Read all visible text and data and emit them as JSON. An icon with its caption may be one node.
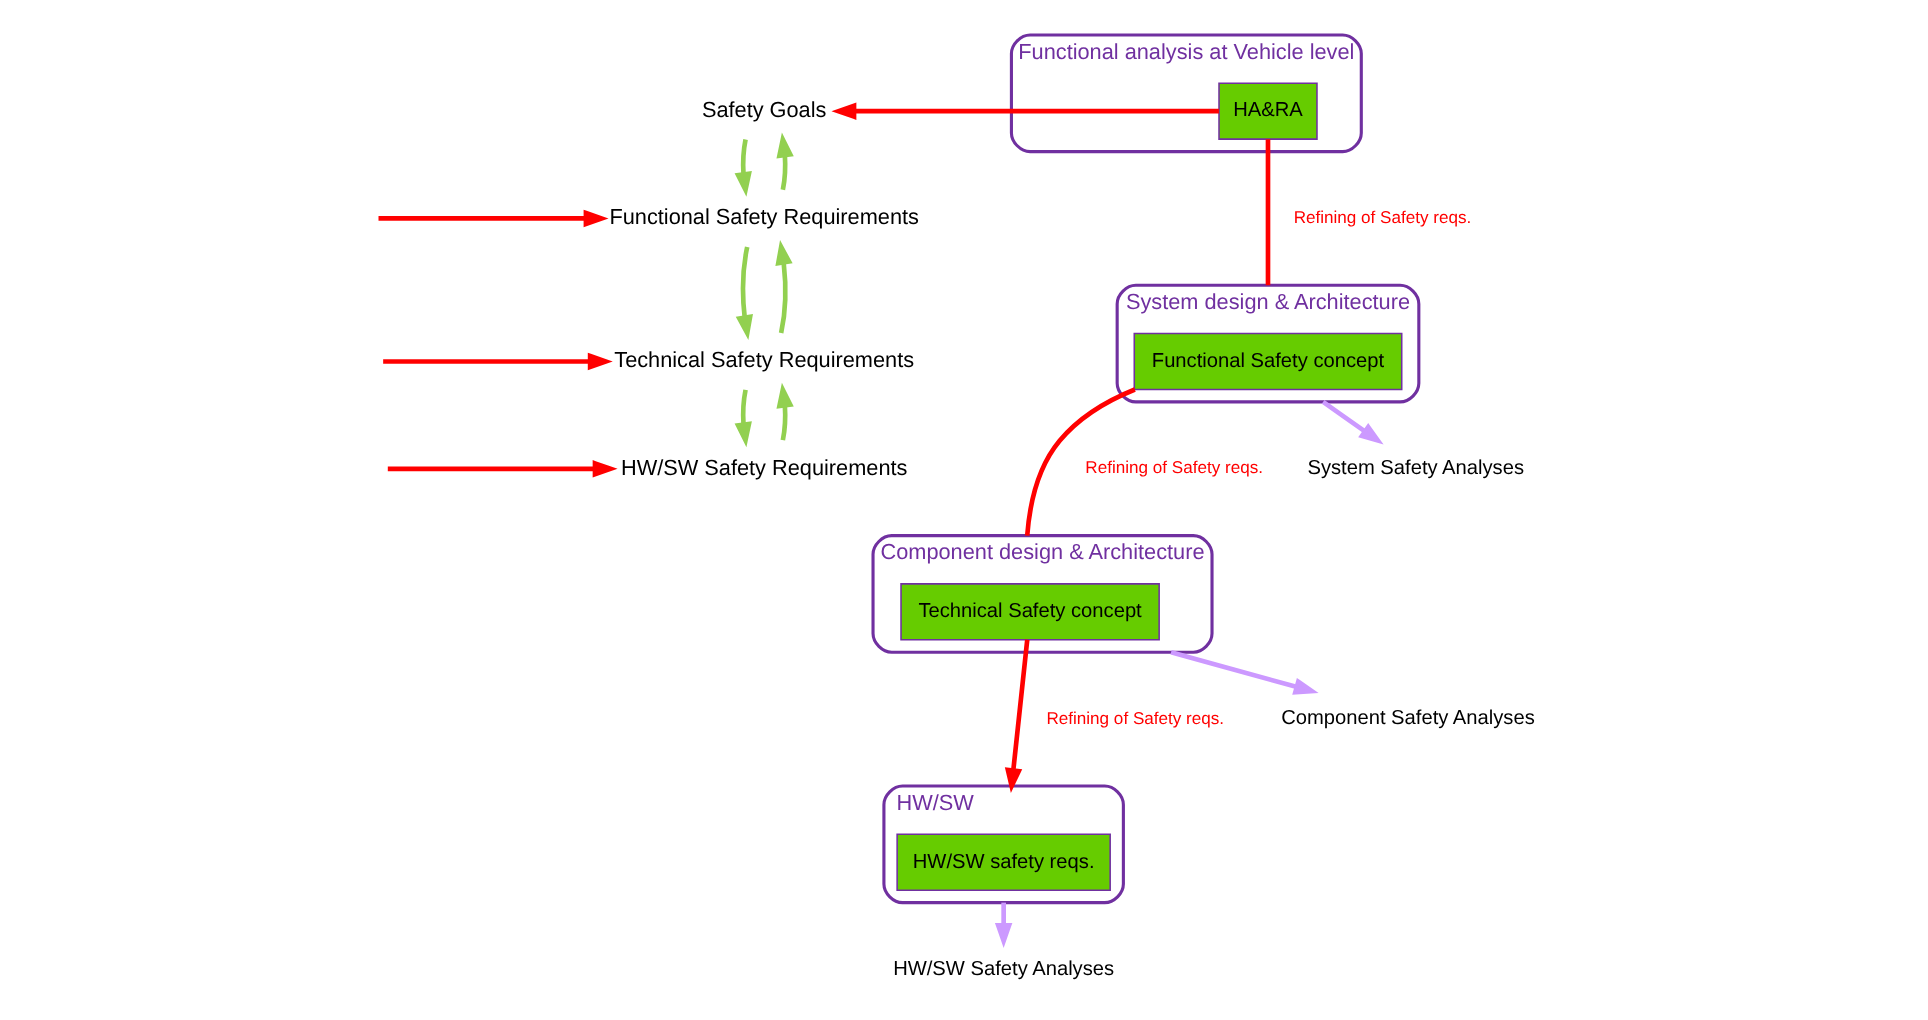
{
  "diagram": {
    "nodes": [
      {
        "text": [
          "Functional analysis at Vehicle level"
        ]
      },
      {
        "text": [
          "HA&RA"
        ],
        "in": 0
      },
      {
        "text": [
          "System design & Architecture"
        ]
      },
      {
        "text": [
          "Functional Safety concept"
        ],
        "in": 2
      },
      {
        "text": [
          "Component design & Architecture"
        ]
      },
      {
        "text": [
          "Technical Safety concept"
        ],
        "in": 4
      },
      {
        "text": [
          "HW/SW"
        ]
      },
      {
        "text": [
          "HW/SW safety reqs."
        ],
        "in": 6
      },
      {
        "text": [
          "Safety Goals"
        ]
      },
      {
        "text": [
          "Functional Safety Requirements"
        ]
      },
      {
        "text": [
          "Technical Safety Requirements"
        ]
      },
      {
        "text": [
          "HW/SW Safety Requirements"
        ]
      },
      {
        "text": [
          "System Safety Analyses"
        ]
      },
      {
        "text": [
          "Component Safety Analyses"
        ]
      },
      {
        "text": [
          "HW/SW Safety Analyses"
        ]
      }
    ],
    "edges": [
      {
        "from": 1,
        "to": 8,
        "arrow": "to",
        "color": "#ff0000"
      },
      {
        "from": null,
        "to": 9,
        "arrow": "to",
        "color": "#ff0000"
      },
      {
        "from": null,
        "to": 10,
        "arrow": "to",
        "color": "#ff0000"
      },
      {
        "from": null,
        "to": 11,
        "arrow": "to",
        "color": "#ff0000"
      },
      {
        "from": 8,
        "to": 9,
        "arrow": "to",
        "color": "#92d050"
      },
      {
        "from": 9,
        "to": 8,
        "arrow": "to",
        "color": "#92d050"
      },
      {
        "from": 9,
        "to": 10,
        "arrow": "to",
        "color": "#92d050"
      },
      {
        "from": 10,
        "to": 9,
        "arrow": "to",
        "color": "#92d050"
      },
      {
        "from": 10,
        "to": 11,
        "arrow": "to",
        "color": "#92d050"
      },
      {
        "from": 11,
        "to": 10,
        "arrow": "to",
        "color": "#92d050"
      },
      {
        "from": 1,
        "to": 2,
        "arrow": "none",
        "label": "Refining of Safety reqs.",
        "color": "#ff0000"
      },
      {
        "from": 3,
        "to": 4,
        "arrow": "none",
        "label": "Refining of Safety reqs.",
        "color": "#ff0000"
      },
      {
        "from": 5,
        "to": 6,
        "arrow": "to",
        "label": "Refining of Safety reqs.",
        "color": "#ff0000"
      },
      {
        "from": 2,
        "to": 12,
        "arrow": "to",
        "color": "#cc99ff"
      },
      {
        "from": 4,
        "to": 13,
        "arrow": "to",
        "color": "#cc99ff"
      },
      {
        "from": 6,
        "to": 14,
        "arrow": "to",
        "color": "#cc99ff"
      }
    ]
  }
}
